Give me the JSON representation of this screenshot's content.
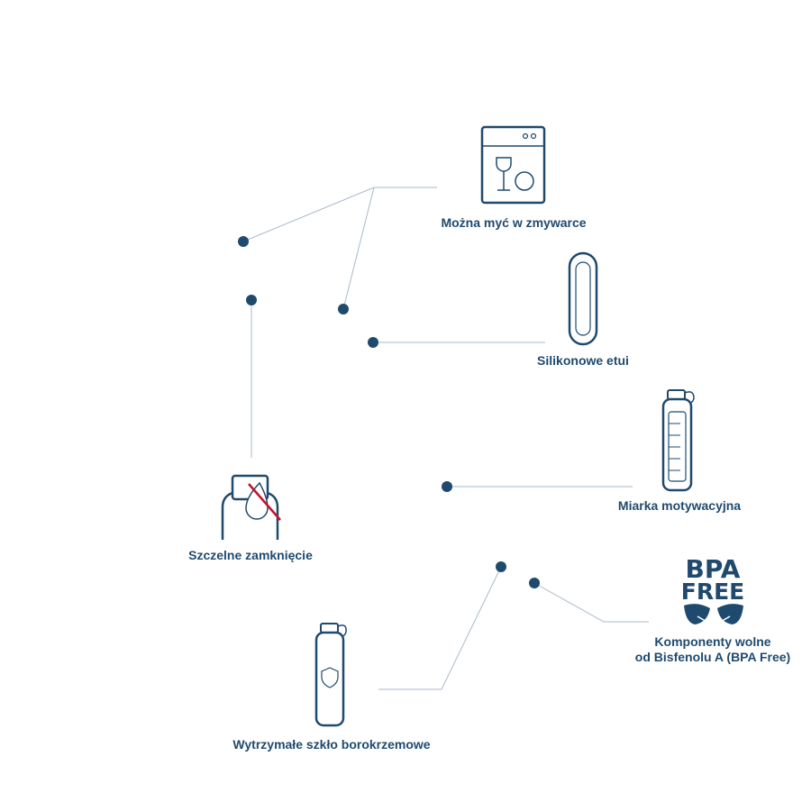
{
  "features": {
    "dishwasher": {
      "label": "Można myć w zmywarce",
      "icon": "dishwasher-icon"
    },
    "sleeve": {
      "label": "Silikonowe etui",
      "icon": "silicone-sleeve-icon"
    },
    "gauge": {
      "label": "Miarka motywacyjna",
      "icon": "motivational-bottle-icon"
    },
    "seal": {
      "label": "Szczelne zamknięcie",
      "icon": "leakproof-cap-icon"
    },
    "bpa": {
      "label_line1": "Komponenty wolne",
      "label_line2": "od Bisfenolu A (BPA Free)",
      "icon": "bpa-free-icon",
      "badge_line1": "BPA",
      "badge_line2": "FREE"
    },
    "glass": {
      "label": "Wytrzymałe szkło borokrzemowe",
      "icon": "glass-bottle-shield-icon"
    }
  },
  "colors": {
    "primary": "#1f4a6e",
    "line": "#a9b9c8",
    "accent": "#c8102e"
  }
}
